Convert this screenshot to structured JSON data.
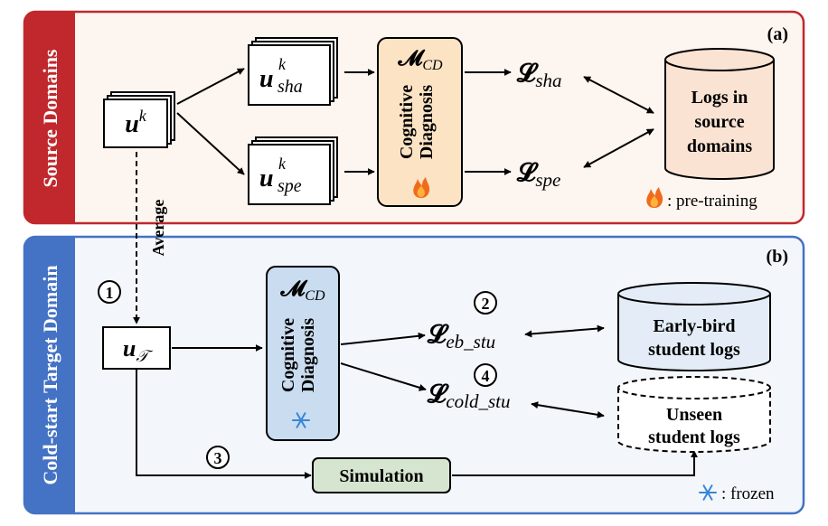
{
  "panel_a": {
    "side_label": "Source Domains",
    "tag": "(a)",
    "colors": {
      "border": "#c0282d",
      "fill": "#fdf5ef",
      "band": "#c0282d"
    }
  },
  "panel_b": {
    "side_label": "Cold-start Target Domain",
    "tag": "(b)",
    "colors": {
      "border": "#4472c4",
      "fill": "#f3f6fb",
      "band": "#4472c4"
    }
  },
  "user_k": {
    "base": "u",
    "sup": "k"
  },
  "user_sha": {
    "base": "u",
    "sup": "k",
    "sub": "sha"
  },
  "user_spe": {
    "base": "u",
    "sup": "k",
    "sub": "spe"
  },
  "user_target": {
    "base": "u",
    "sub": "𝒯"
  },
  "cd_source": {
    "symbol": "𝓜",
    "sub": "CD",
    "line1": "Cognitive",
    "line2": "Diagnosis",
    "icon": "fire-icon",
    "fill": "#fbe3c4"
  },
  "cd_target": {
    "symbol": "𝓜",
    "sub": "CD",
    "line1": "Cognitive",
    "line2": "Diagnosis",
    "icon": "snowflake-icon",
    "fill": "#c9dcf0"
  },
  "loss_sha": {
    "symbol": "𝓛",
    "sub": "sha"
  },
  "loss_spe": {
    "symbol": "𝓛",
    "sub": "spe"
  },
  "loss_eb": {
    "symbol": "𝓛",
    "sub": "eb_stu"
  },
  "loss_cold": {
    "symbol": "𝓛",
    "sub": "cold_stu"
  },
  "db_source": {
    "line1": "Logs in",
    "line2": "source",
    "line3": "domains",
    "fill": "#fbe3d3"
  },
  "db_early": {
    "line1": "Early-bird",
    "line2": "student logs",
    "fill": "#e4edf7"
  },
  "db_unseen": {
    "line1": "Unseen",
    "line2": "student logs",
    "fill": "#ffffff"
  },
  "average_label": "Average",
  "simulation_label": "Simulation",
  "simulation_fill": "#d5e5d0",
  "steps": [
    "1",
    "2",
    "3",
    "4"
  ],
  "legend_pretrain": ": pre-training",
  "legend_frozen": ": frozen"
}
